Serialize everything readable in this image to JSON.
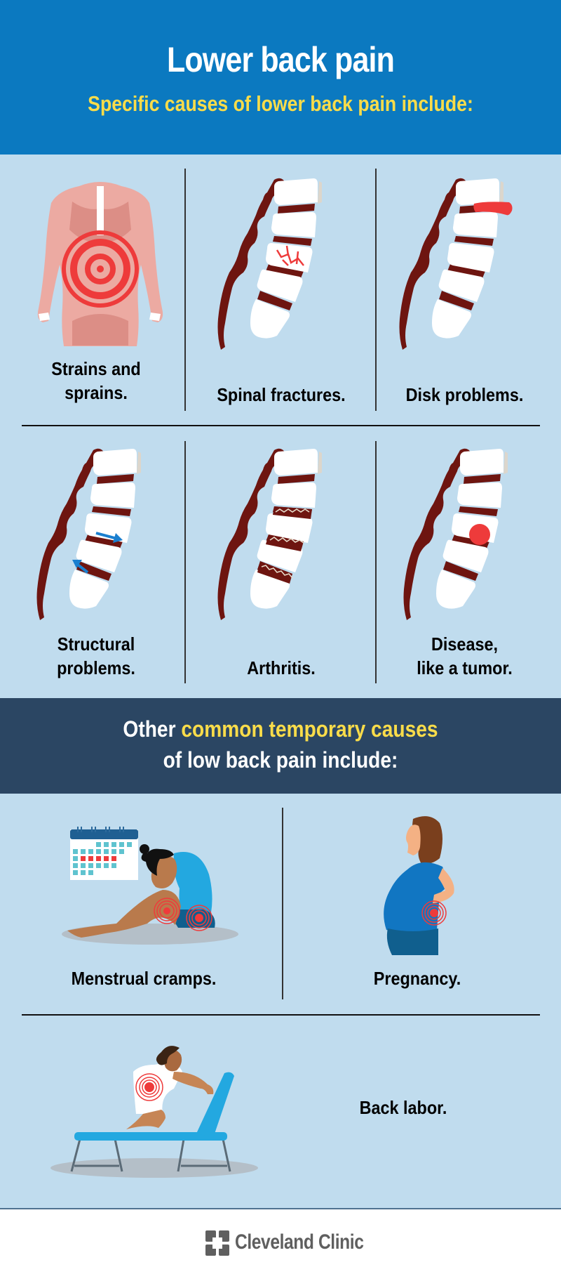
{
  "header": {
    "title": "Lower back pain",
    "subtitle": "Specific causes of lower back pain include:"
  },
  "specific_causes": [
    {
      "label_lines": [
        "Strains and",
        "sprains."
      ],
      "icon": "muscular-back-with-pain-target-icon"
    },
    {
      "label_lines": [
        "Spinal fractures."
      ],
      "icon": "fractured-spine-icon"
    },
    {
      "label_lines": [
        "Disk problems."
      ],
      "icon": "herniated-disk-spine-icon"
    },
    {
      "label_lines": [
        "Structural",
        "problems."
      ],
      "icon": "misaligned-spine-icon"
    },
    {
      "label_lines": [
        "Arthritis."
      ],
      "icon": "arthritic-spine-icon"
    },
    {
      "label_lines": [
        "Disease,",
        "like a tumor."
      ],
      "icon": "spine-tumor-icon"
    }
  ],
  "band": {
    "prefix": "Other ",
    "highlight": "common temporary causes",
    "line2": "of low back pain include:"
  },
  "temporary_causes": [
    {
      "label": "Menstrual cramps.",
      "icon": "woman-with-cramps-and-calendar-icon"
    },
    {
      "label": "Pregnancy.",
      "icon": "pregnant-woman-back-pain-icon"
    },
    {
      "label": "Back labor.",
      "icon": "woman-kneeling-on-lounge-chair-icon"
    }
  ],
  "footer": {
    "logo_text": "Cleveland Clinic"
  },
  "colors": {
    "header_blue": "#0b79c0",
    "accent_yellow": "#f9dc4a",
    "panel_light_blue": "#c0dcee",
    "band_navy": "#2b4663",
    "spine_brown": "#6e1510",
    "pain_red": "#ee3b3b"
  }
}
